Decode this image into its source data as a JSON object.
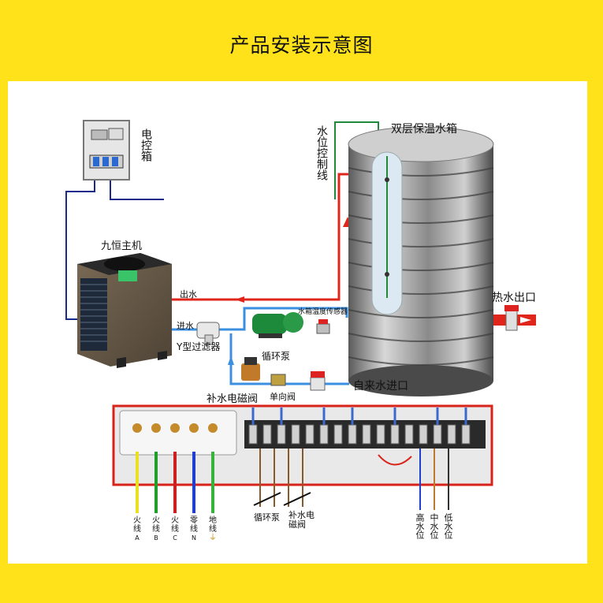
{
  "title": "产品安装示意图",
  "labels": {
    "control_box": "电控箱",
    "main_unit": "九恒主机",
    "outlet_water": "出水",
    "inlet_water": "进水",
    "y_filter": "Y型过滤器",
    "circ_pump": "循环泵",
    "tank_sensor": "水箱温度传感器",
    "level_wire": "水位控制线",
    "tank": "双层保温水箱",
    "hot_outlet": "热水出口",
    "makeup_valve": "补水电磁阀",
    "check_valve": "单向阀",
    "tap_inlet": "自来水进口"
  },
  "wiring": {
    "terminals_left": [
      {
        "name": "火线A",
        "line1": "火",
        "line2": "线",
        "line3": "A",
        "color": "#e8e020"
      },
      {
        "name": "火线B",
        "line1": "火",
        "line2": "线",
        "line3": "B",
        "color": "#1f9e2a"
      },
      {
        "name": "火线C",
        "line1": "火",
        "line2": "线",
        "line3": "C",
        "color": "#cc1f1f"
      },
      {
        "name": "零线N",
        "line1": "零",
        "line2": "线",
        "line3": "N",
        "color": "#1f3fd0"
      },
      {
        "name": "地线",
        "line1": "地",
        "line2": "线",
        "line3": "⏚",
        "color": "#36b33a"
      }
    ],
    "pump_wire": "循环泵",
    "valve_wire_1": "补水电",
    "valve_wire_2": "磁阀",
    "level_high": "高水位",
    "level_mid": "中水位",
    "level_low": "低水位"
  },
  "colors": {
    "hot_pipe": "#e0261b",
    "cold_pipe": "#3a8fe0",
    "signal_wire": "#1a2a8a",
    "level_wire": "#1e8a3a",
    "frame": "#d8231a"
  }
}
